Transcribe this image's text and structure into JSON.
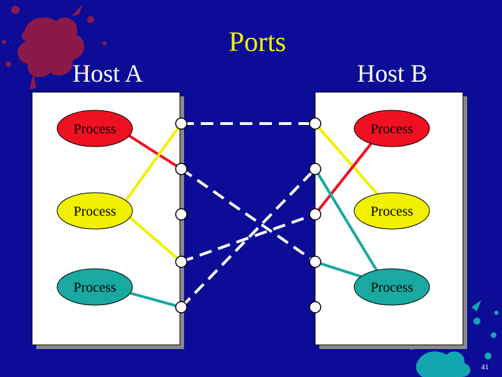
{
  "slide": {
    "title": "Ports",
    "page_number": "41"
  },
  "hosts": [
    {
      "label": "Host A"
    },
    {
      "label": "Host B"
    }
  ],
  "processes": {
    "label": "Process",
    "host_a": [
      {
        "label": "Process",
        "color": "#ee1122"
      },
      {
        "label": "Process",
        "color": "#f0f000"
      },
      {
        "label": "Process",
        "color": "#1aa9a0"
      }
    ],
    "host_b": [
      {
        "label": "Process",
        "color": "#ee1122"
      },
      {
        "label": "Process",
        "color": "#f0f000"
      },
      {
        "label": "Process",
        "color": "#1aa9a0"
      }
    ]
  },
  "colors": {
    "background": "#0c0c96",
    "title": "#f5f500",
    "host_box": "#ffffff",
    "dashed_connection": "#ffffff",
    "decoration_red": "#8b1a4a",
    "decoration_teal": "#13a6b0"
  }
}
